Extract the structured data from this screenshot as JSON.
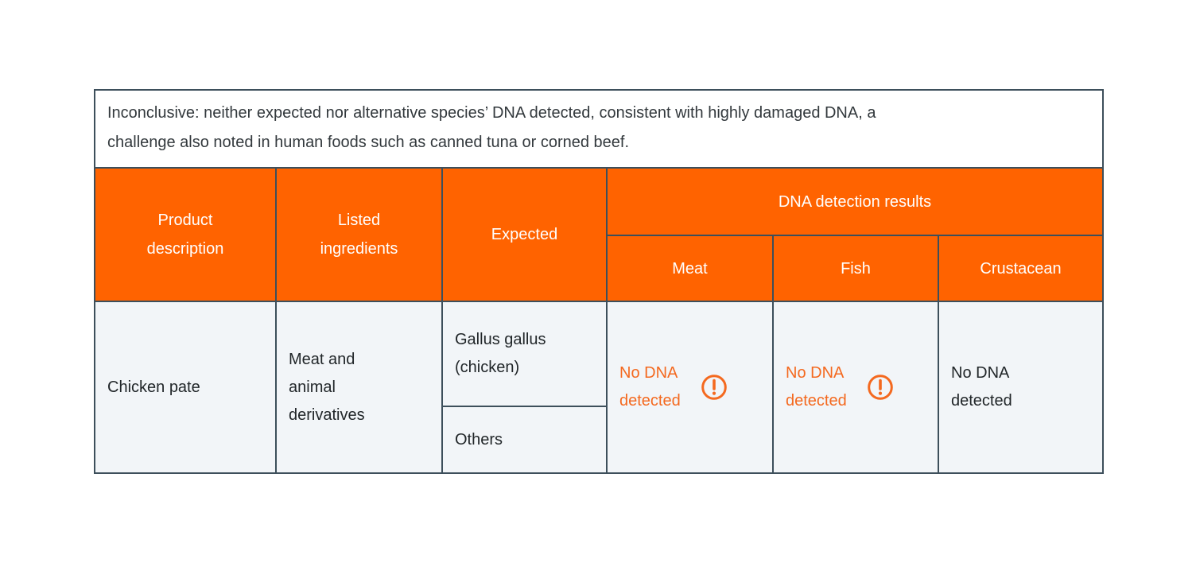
{
  "note": {
    "text": "Inconclusive: neither expected nor alternative species’ DNA detected, consistent with highly damaged DNA, a\nchallenge also noted in human foods such as canned tuna or corned beef."
  },
  "table": {
    "group_header": "DNA detection results",
    "columns": {
      "product": "Product\ndescription",
      "ingredients": "Listed\ningredients",
      "expected": "Expected",
      "meat": "Meat",
      "fish": "Fish",
      "crustacean": "Crustacean"
    },
    "row": {
      "product": "Chicken pate",
      "ingredients": "Meat and\nanimal\nderivatives",
      "expected_primary": "Gallus gallus\n(chicken)",
      "expected_secondary": "Others",
      "results": {
        "meat": {
          "text": "No DNA\ndetected",
          "alert": true
        },
        "fish": {
          "text": "No DNA\ndetected",
          "alert": true
        },
        "crustacean": {
          "text": "No DNA\ndetected",
          "alert": false
        }
      }
    }
  },
  "icons": {
    "warning": "exclamation-circle-icon"
  },
  "colors": {
    "header_orange": "#ff6300",
    "alert_orange": "#f4691f",
    "border_slate": "#3d4f5b",
    "cell_background": "#f2f5f8",
    "note_text": "#33393d",
    "body_text": "#212629"
  },
  "chart_data": {
    "type": "table",
    "title": "",
    "note": "Inconclusive: neither expected nor alternative species’ DNA detected, consistent with highly damaged DNA, a challenge also noted in human foods such as canned tuna or corned beef.",
    "column_groups": [
      {
        "label": "DNA detection results",
        "spans": [
          "Meat",
          "Fish",
          "Crustacean"
        ]
      }
    ],
    "columns": [
      "Product description",
      "Listed ingredients",
      "Expected",
      "Meat",
      "Fish",
      "Crustacean"
    ],
    "rows": [
      {
        "product_description": "Chicken pate",
        "listed_ingredients": "Meat and animal derivatives",
        "expected": [
          "Gallus gallus (chicken)",
          "Others"
        ],
        "meat": {
          "result": "No DNA detected",
          "warning": true
        },
        "fish": {
          "result": "No DNA detected",
          "warning": true
        },
        "crustacean": {
          "result": "No DNA detected",
          "warning": false
        }
      }
    ]
  }
}
